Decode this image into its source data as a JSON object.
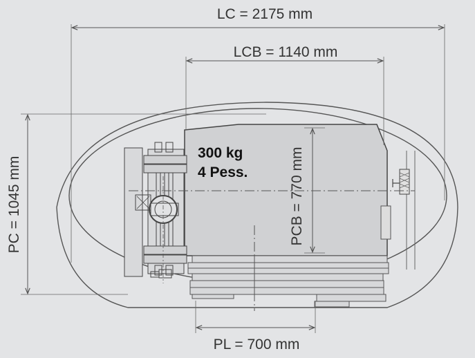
{
  "dimensions": {
    "lc": "LC = 2175 mm",
    "lcb": "LCB = 1140 mm",
    "pc": "PC = 1045 mm",
    "pcb": "PCB = 770 mm",
    "pl": "PL = 700 mm"
  },
  "capacity": {
    "load": "300 kg",
    "persons": "4 Pess."
  },
  "colors": {
    "background": "#e3e4e6",
    "line": "#444444",
    "dim_line": "#666666",
    "cabin_fill": "#d0d1d3"
  }
}
